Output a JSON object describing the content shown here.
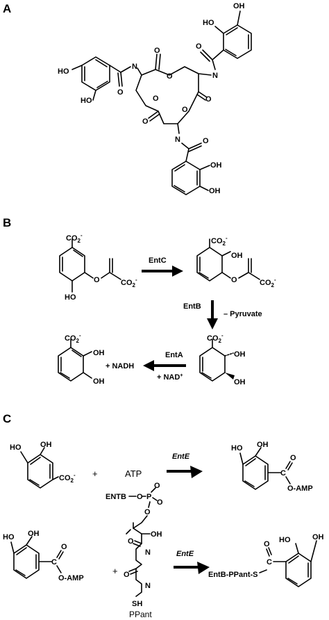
{
  "panels": {
    "a": {
      "label": "A",
      "atoms": {
        "oh_tr1": "OH",
        "oh_tr2": "HO",
        "oh_l1": "HO",
        "oh_l2": "HO",
        "oh_b1": "OH",
        "oh_b2": "OH",
        "n1": "N",
        "n2": "N",
        "n3": "N",
        "o": "O"
      }
    },
    "b": {
      "label": "B",
      "co2": "CO",
      "co2_sub": "2",
      "co2_sup": "-",
      "oh": "OH",
      "ho": "HO",
      "o": "O",
      "enzymes": {
        "entc": "EntC",
        "entb": "EntB",
        "enta": "EntA"
      },
      "side": {
        "pyruvate": "– Pyruvate",
        "nadh": "+ NADH",
        "nad": "+ NAD",
        "nad_sup": "+"
      }
    },
    "c": {
      "label": "C",
      "row1": {
        "co2": "CO",
        "co2_sub": "2",
        "co2_sup": "-",
        "plus": "+",
        "atp": "ATP",
        "enzyme": "EntE",
        "o_amp": "O-AMP",
        "c": "C",
        "o": "O"
      },
      "row2": {
        "entb_label": "ENTB",
        "p": "P",
        "o": "O",
        "oh": "OH",
        "n": "N",
        "sh": "SH",
        "pp_label": "PPant",
        "plus": "+",
        "enzyme": "EntE",
        "o_amp": "O-AMP",
        "product_label": "EntB-PPant-S",
        "c": "C"
      }
    }
  },
  "colors": {
    "ink": "#000000",
    "background": "#ffffff"
  }
}
